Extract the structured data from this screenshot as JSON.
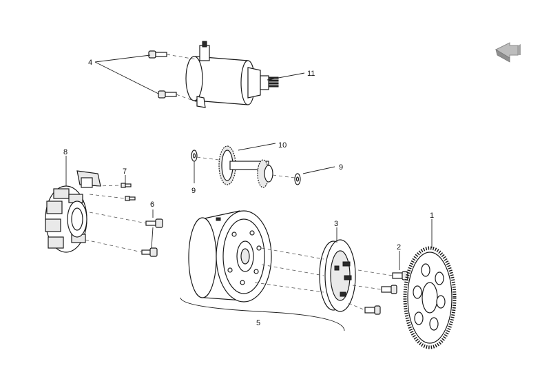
{
  "callouts": {
    "c1": "1",
    "c2": "2",
    "c3": "3",
    "c4": "4",
    "c5": "5",
    "c6": "6",
    "c7": "7",
    "c8": "8",
    "c9a": "9",
    "c9b": "9",
    "c10": "10",
    "c11": "11"
  },
  "colors": {
    "line": "#1a1a1a",
    "shade": "#e9e9e9",
    "arrow": "#9a9a9a"
  },
  "icons": {
    "direction": "front-direction-arrow-icon"
  }
}
